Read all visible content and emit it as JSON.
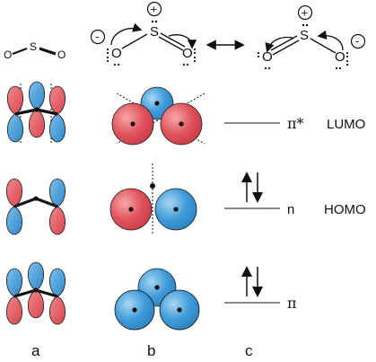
{
  "atoms": {
    "sulfur": "S",
    "oxygen": "O"
  },
  "charges": {
    "plus": "+",
    "minus": "-"
  },
  "column_labels": [
    "a",
    "b",
    "c"
  ],
  "levels": [
    {
      "symbol": "π*",
      "frontier": "LUMO",
      "electrons": 0
    },
    {
      "symbol": "n",
      "frontier": "HOMO",
      "electrons": 2
    },
    {
      "symbol": "π",
      "frontier": "",
      "electrons": 2
    }
  ],
  "colors": {
    "red_lobe": "#e0535c",
    "blue_lobe": "#3f9bd8",
    "outline": "#1a1a1a"
  },
  "icons": {
    "resonance": "double-headed-arrow",
    "electron_pair": "up-down-arrows"
  }
}
